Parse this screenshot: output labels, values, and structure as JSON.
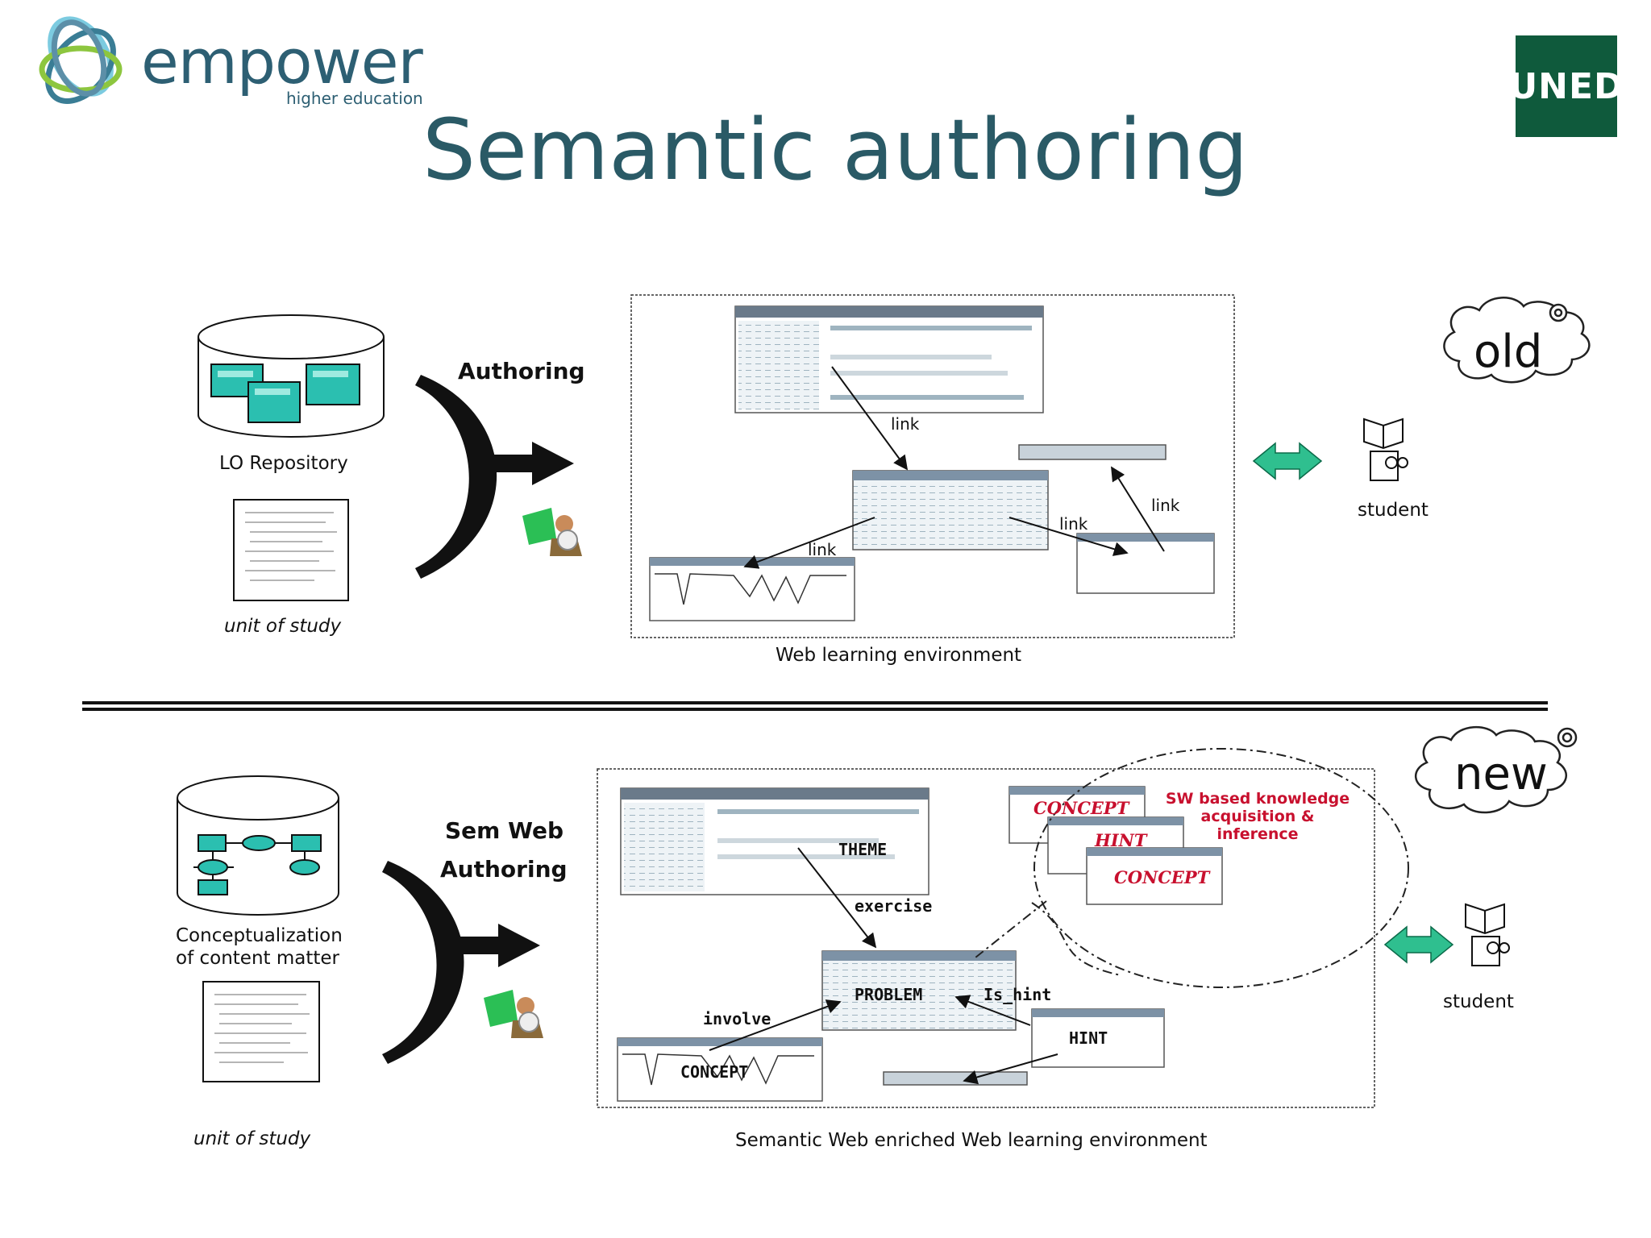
{
  "logo": {
    "word": "empower",
    "tagline": "higher education"
  },
  "title": "Semantic authoring",
  "uned_logo": "UNED",
  "colors": {
    "title": "#2a5a66",
    "teal": "#2bbfb0",
    "uned_green": "#0f5a3c",
    "arrow_green": "#2fbf8f",
    "red": "#c8102e"
  },
  "old": {
    "cloud": "old",
    "repository_label": "LO Repository",
    "document_label": "unit of study",
    "authoring_label": "Authoring",
    "link_labels": [
      "link",
      "link",
      "link",
      "link"
    ],
    "environment_label": "Web learning environment",
    "student_label": "student"
  },
  "new": {
    "cloud": "new",
    "repository_label_line1": "Conceptualization",
    "repository_label_line2": "of content matter",
    "document_label": "unit of study",
    "authoring_line1": "Sem Web",
    "authoring_line2": "Authoring",
    "nodes": {
      "theme": "THEME",
      "exercise": "exercise",
      "problem": "PROBLEM",
      "is_hint": "Is_hint",
      "involve": "involve",
      "concept": "CONCEPT",
      "hint": "HINT"
    },
    "stack_cards": [
      "CONCEPT",
      "HINT",
      "CONCEPT"
    ],
    "sw_note_line1": "SW based knowledge",
    "sw_note_line2": "acquisition &",
    "sw_note_line3": "inference",
    "environment_label": "Semantic Web enriched Web learning environment",
    "student_label": "student"
  }
}
